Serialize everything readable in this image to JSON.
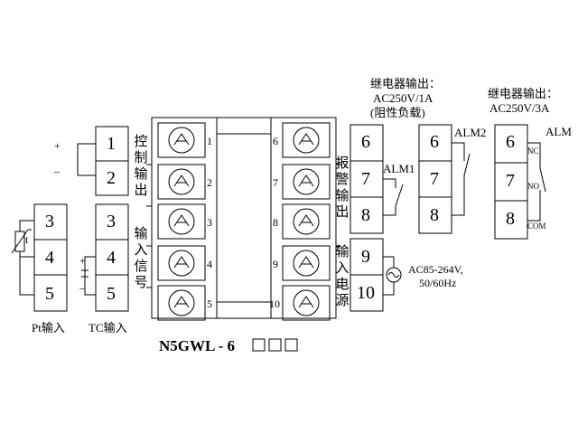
{
  "model": {
    "prefix": "N5GWL - 6",
    "suffix_boxes": 3
  },
  "control_output": {
    "label": "控制输出",
    "terminals": [
      "1",
      "2"
    ],
    "polarity": [
      "+",
      "–"
    ]
  },
  "signal_input": {
    "label": "输入信号",
    "terminals": [
      "3",
      "4",
      "5"
    ],
    "pt": {
      "caption": "Pt输入",
      "sensor_symbol": "t"
    },
    "tc": {
      "caption": "TC输入",
      "polarity": [
        "+",
        "–"
      ]
    }
  },
  "module": {
    "left_numbers": [
      "1",
      "2",
      "3",
      "4",
      "5"
    ],
    "right_numbers": [
      "6",
      "7",
      "8",
      "9",
      "10"
    ]
  },
  "alarm_output": {
    "label": "报警输出",
    "terminals": [
      "6",
      "7",
      "8"
    ],
    "alm1": "ALM1"
  },
  "power": {
    "label": "输入电源",
    "terminals": [
      "9",
      "10"
    ],
    "spec_line1": "AC85-264V,",
    "spec_line2": "50/60Hz",
    "symbol": "ac-source-icon"
  },
  "relay_1a": {
    "title_line1": "继电器输出：",
    "title_line2": "AC250V/1A",
    "title_line3": "(阻性负载)",
    "terminals": [
      "6",
      "7",
      "8"
    ],
    "alm": "ALM2"
  },
  "relay_3a": {
    "title_line1": "继电器输出：",
    "title_line2": "AC250V/3A",
    "terminals": [
      "6",
      "7",
      "8"
    ],
    "alm": "ALM",
    "contacts": [
      "NC",
      "NO",
      "COM"
    ]
  }
}
